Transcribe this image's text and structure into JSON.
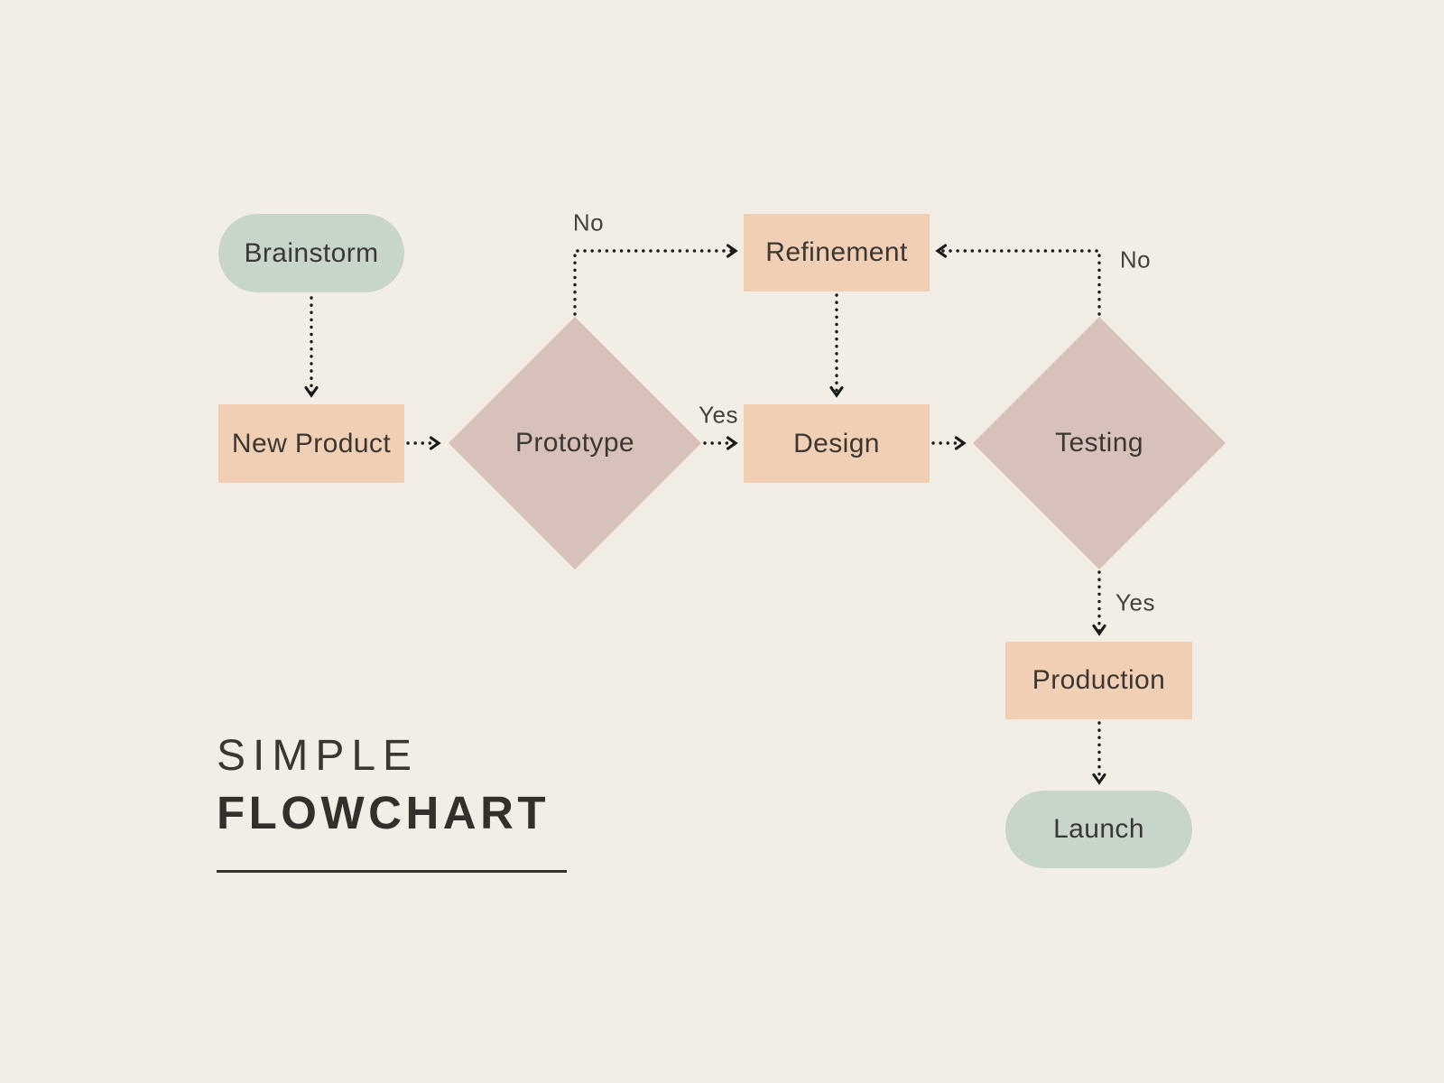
{
  "title": {
    "line1": "SIMPLE",
    "line2": "FLOWCHART"
  },
  "colors": {
    "background": "#f3eee5",
    "terminal_fill": "#c8d5c9",
    "process_fill": "#f0cfb4",
    "decision_fill": "#d8c1ba",
    "text": "#3b3733",
    "connector": "#1a1a1a"
  },
  "diagram": {
    "nodes": [
      {
        "id": "brainstorm",
        "label": "Brainstorm",
        "shape": "terminal"
      },
      {
        "id": "new_product",
        "label": "New Product",
        "shape": "process"
      },
      {
        "id": "prototype",
        "label": "Prototype",
        "shape": "decision"
      },
      {
        "id": "refinement",
        "label": "Refinement",
        "shape": "process"
      },
      {
        "id": "design",
        "label": "Design",
        "shape": "process"
      },
      {
        "id": "testing",
        "label": "Testing",
        "shape": "decision"
      },
      {
        "id": "production",
        "label": "Production",
        "shape": "process"
      },
      {
        "id": "launch",
        "label": "Launch",
        "shape": "terminal"
      }
    ],
    "edges": [
      {
        "from": "Brainstorm",
        "to": "New Product",
        "label": ""
      },
      {
        "from": "New Product",
        "to": "Prototype",
        "label": ""
      },
      {
        "from": "Prototype",
        "to": "Refinement",
        "label": "No"
      },
      {
        "from": "Prototype",
        "to": "Design",
        "label": "Yes"
      },
      {
        "from": "Refinement",
        "to": "Design",
        "label": ""
      },
      {
        "from": "Design",
        "to": "Testing",
        "label": ""
      },
      {
        "from": "Testing",
        "to": "Refinement",
        "label": "No"
      },
      {
        "from": "Testing",
        "to": "Production",
        "label": "Yes"
      },
      {
        "from": "Production",
        "to": "Launch",
        "label": ""
      }
    ]
  }
}
